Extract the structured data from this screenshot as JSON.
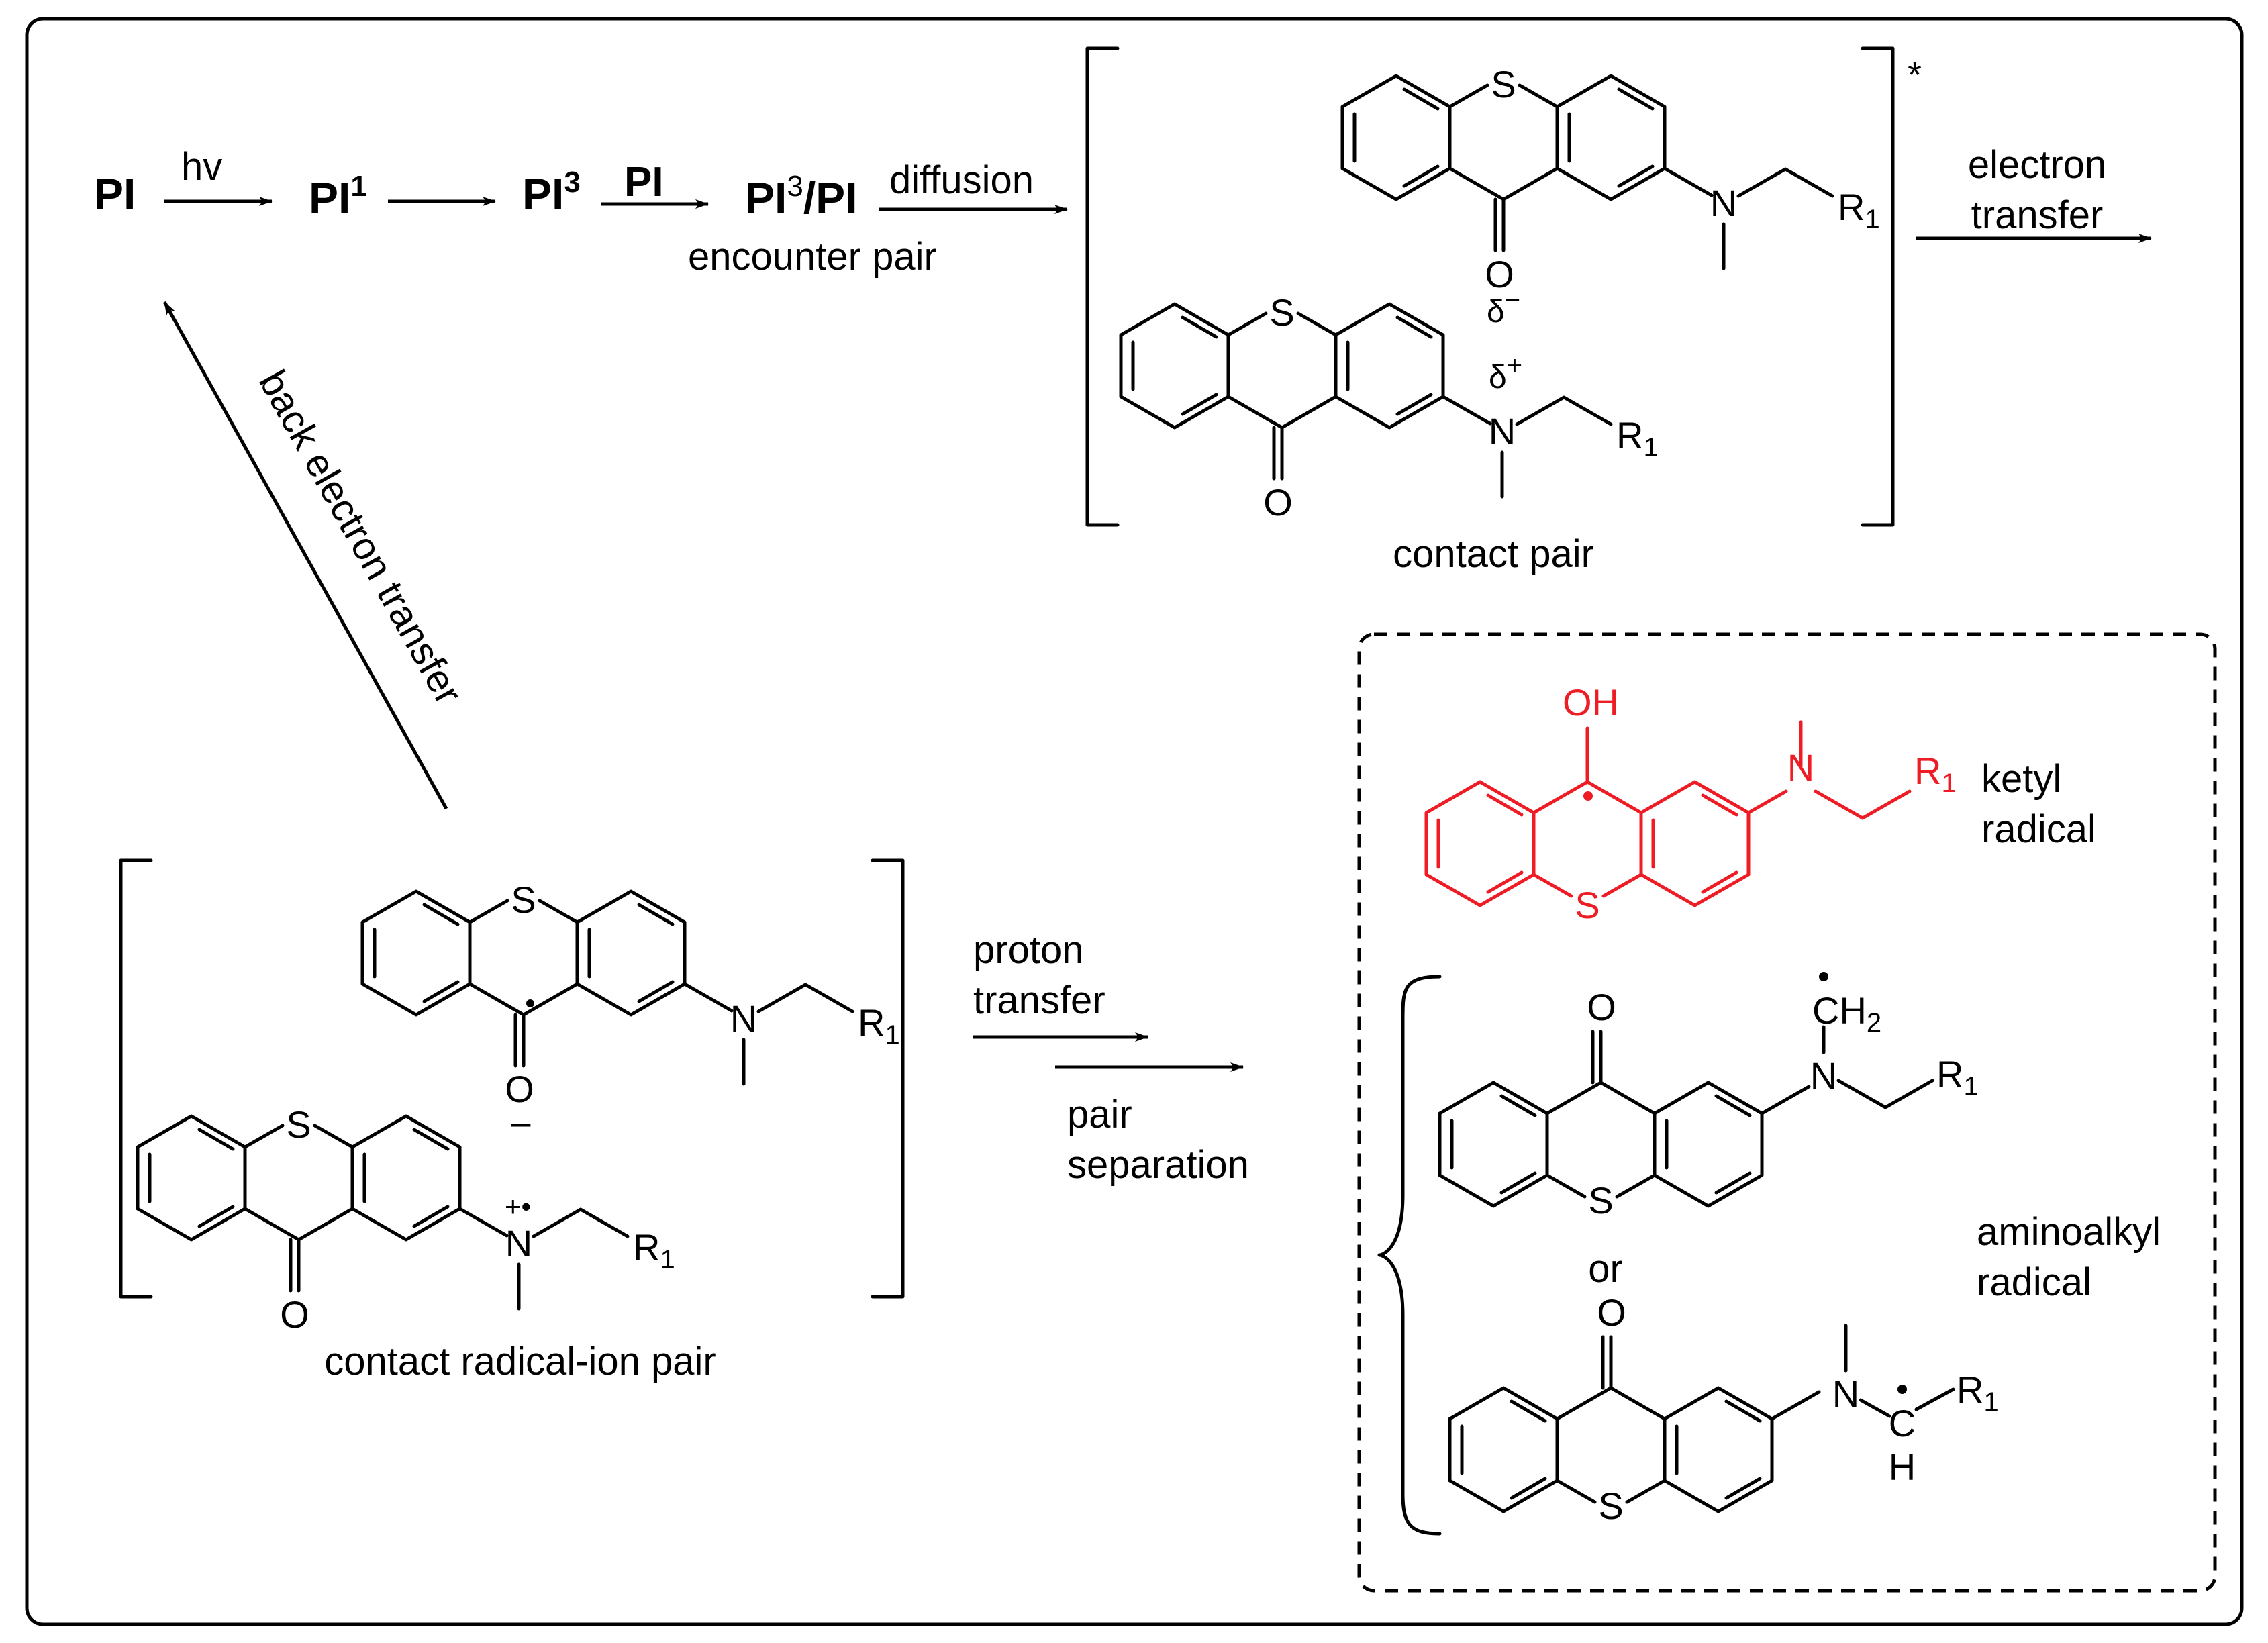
{
  "labels": {
    "pi_start": "PI",
    "hv": "hv",
    "pi1_base": "PI",
    "pi1_sup": "1",
    "pi3_base": "PI",
    "pi3_sup": "3",
    "pi_over_arrow": "PI",
    "pi3pi_base": "PI",
    "pi3pi_sup": "3",
    "pi3pi_tail": "/PI",
    "diffusion": "diffusion",
    "encounter_pair": "encounter pair",
    "contact_pair": "contact pair",
    "excited_star": "*",
    "electron_line1": "electron",
    "electron_line2": "transfer",
    "back_electron_transfer": "back electron transfer",
    "contact_radical_ion_pair": "contact radical-ion pair",
    "proton_line1": "proton",
    "proton_line2": "transfer",
    "pair_line1": "pair",
    "pair_line2": "separation",
    "ketyl_line1": "ketyl",
    "ketyl_line2": "radical",
    "aminoalkyl_line1": "aminoalkyl",
    "aminoalkyl_line2": "radical",
    "or": "or"
  },
  "atoms": {
    "S": "S",
    "O": "O",
    "N": "N",
    "R": "R",
    "sub1": "1",
    "OH": "OH",
    "CH": "CH",
    "C": "C",
    "H": "H",
    "sub2": "2",
    "delta": "δ",
    "minus": "−",
    "plus": "+",
    "minus_plain": "–",
    "rad_cation": "+•"
  },
  "colors": {
    "ketyl_radical": "#ee1c25",
    "line": "#000000"
  }
}
